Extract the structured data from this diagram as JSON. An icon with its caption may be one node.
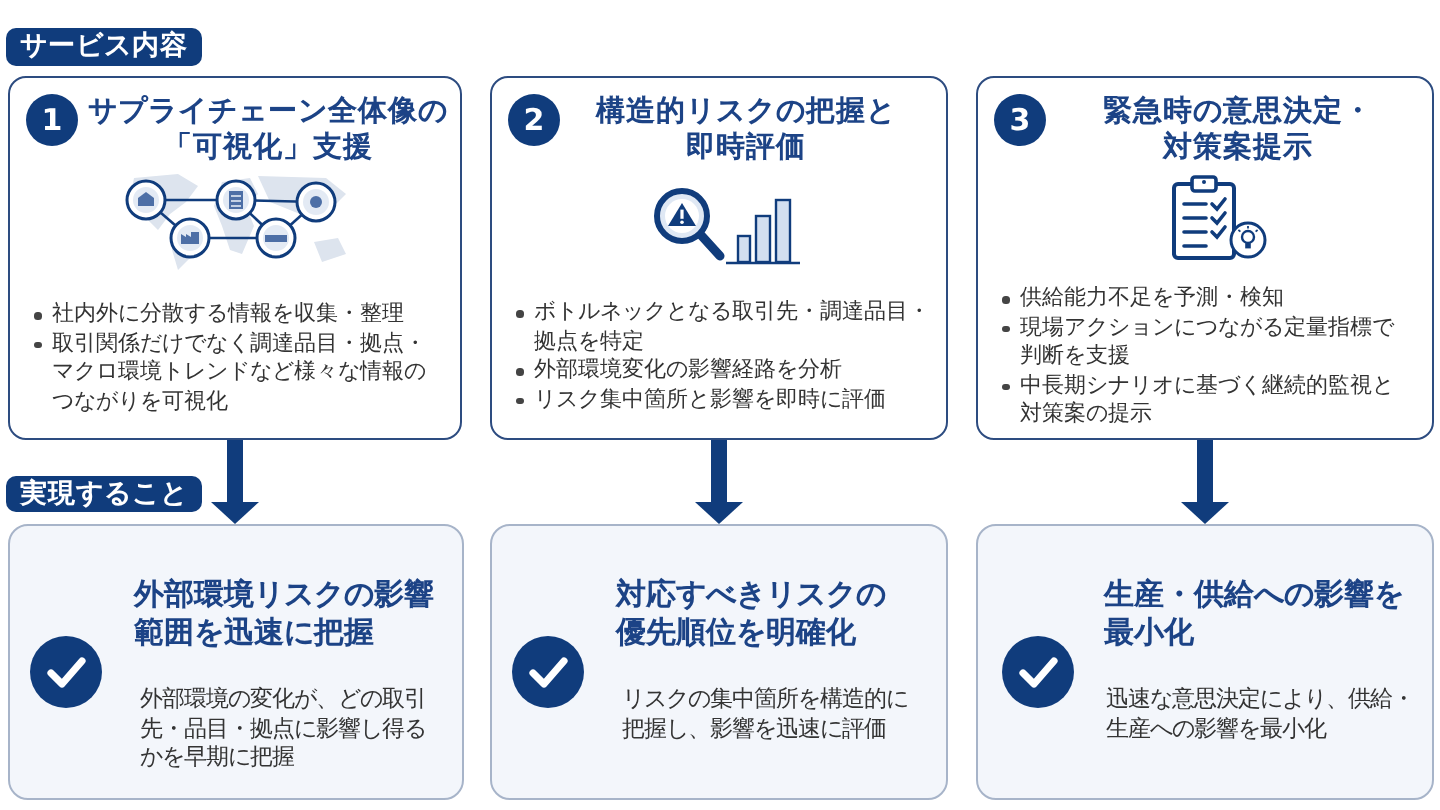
{
  "diagram": {
    "nodes": [
      {
        "text": [
          "サービス内容"
        ]
      },
      {
        "text": [
          "1",
          "サプライチェーン全体像の「可視化」支援",
          "社内外に分散する情報を収集・整理",
          "取引関係だけでなく調達品目・拠点・マクロ環境トレンドなど様々な情報のつながりを可視化"
        ]
      },
      {
        "text": [
          "2",
          "構造的リスクの把握と即時評価",
          "ボトルネックとなる取引先・調達品目・拠点を特定",
          "外部環境変化の影響経路を分析",
          "リスク集中箇所と影響を即時に評価"
        ]
      },
      {
        "text": [
          "3",
          "緊急時の意思決定・対策案提示",
          "供給能力不足を予測・検知",
          "現場アクションにつながる定量指標で判断を支援",
          "中長期シナリオに基づく継続的監視と対策案の提示"
        ]
      },
      {
        "text": [
          "実現すること"
        ]
      },
      {
        "text": [
          "外部環境リスクの影響範囲を迅速に把握",
          "外部環境の変化が、どの取引先・品目・拠点に影響し得るかを早期に把握"
        ]
      },
      {
        "text": [
          "対応すべきリスクの優先順位を明確化",
          "リスクの集中箇所を構造的に把握し、影響を迅速に評価"
        ]
      },
      {
        "text": [
          "生産・供給への影響を最小化",
          "迅速な意思決定により、供給・生産への影響を最小化"
        ]
      }
    ],
    "edges": [
      {
        "from": 1,
        "to": 5,
        "arrow": "to"
      },
      {
        "from": 2,
        "to": 6,
        "arrow": "to"
      },
      {
        "from": 3,
        "to": 7,
        "arrow": "to"
      }
    ]
  }
}
